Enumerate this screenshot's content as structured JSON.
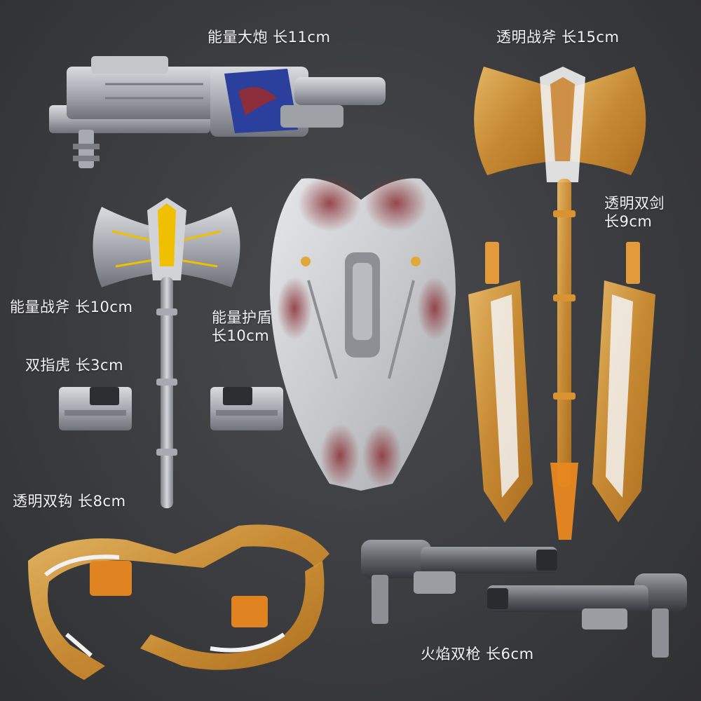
{
  "colors": {
    "background": "#3b3c3f",
    "metal_silver": "#b9bcc1",
    "metal_dark": "#6e7176",
    "translucent_orange": "#e3a13a",
    "gold_accent": "#f0c000",
    "shield_red": "#8a2f34",
    "cannon_blue": "#2b3f9c"
  },
  "labels": {
    "energy_cannon": "能量大炮 长11cm",
    "clear_battle_axe": "透明战斧 长15cm",
    "clear_twin_swords_name": "透明双剑",
    "clear_twin_swords_length": "长9cm",
    "energy_battle_axe": "能量战斧 长10cm",
    "energy_shield_name": "能量护盾",
    "energy_shield_length": "长10cm",
    "brass_knuckles": "双指虎 长3cm",
    "clear_twin_hooks": "透明双钩 长8cm",
    "flame_twin_guns": "火焰双枪 长6cm"
  }
}
